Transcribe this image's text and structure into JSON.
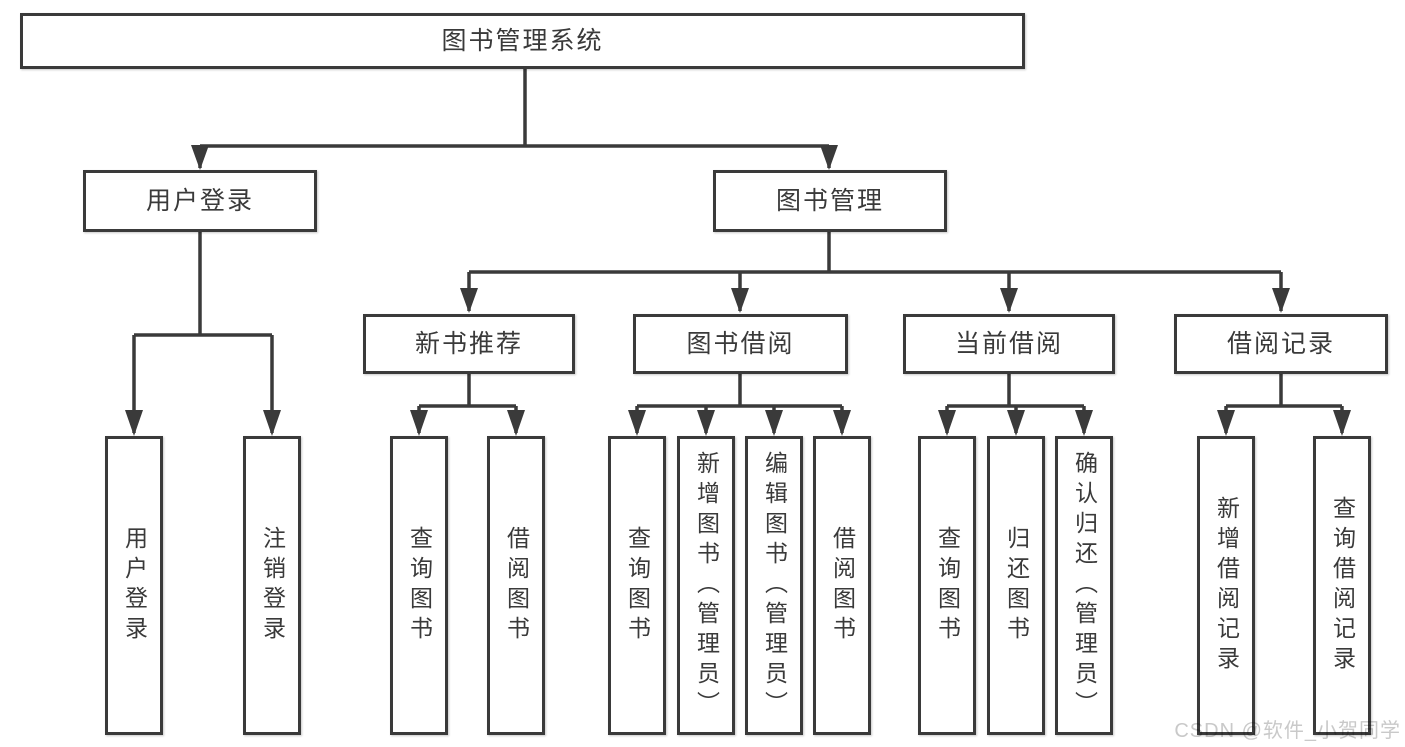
{
  "tree": {
    "root": {
      "label": "图书管理系统"
    },
    "branches": [
      {
        "label": "用户登录",
        "children": [
          {
            "label": "用户登录"
          },
          {
            "label": "注销登录"
          }
        ]
      },
      {
        "label": "图书管理",
        "children": [
          {
            "label": "新书推荐",
            "children": [
              {
                "label": "查询图书"
              },
              {
                "label": "借阅图书"
              }
            ]
          },
          {
            "label": "图书借阅",
            "children": [
              {
                "label": "查询图书"
              },
              {
                "label": "新增图书（管理员）"
              },
              {
                "label": "编辑图书（管理员）"
              },
              {
                "label": "借阅图书"
              }
            ]
          },
          {
            "label": "当前借阅",
            "children": [
              {
                "label": "查询图书"
              },
              {
                "label": "归还图书"
              },
              {
                "label": "确认归还（管理员）"
              }
            ]
          },
          {
            "label": "借阅记录",
            "children": [
              {
                "label": "新增借阅记录"
              },
              {
                "label": "查询借阅记录"
              }
            ]
          }
        ]
      }
    ]
  },
  "watermark": "CSDN @软件_小贺同学",
  "colors": {
    "line": "#3a3a3a",
    "box_border": "#3a3a3a",
    "text": "#3a3a3a",
    "background": "#ffffff",
    "watermark": "#c9c9c9"
  }
}
